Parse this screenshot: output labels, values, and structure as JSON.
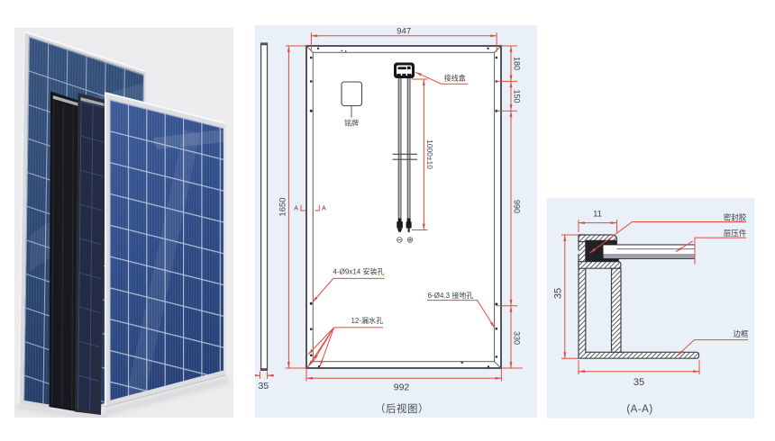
{
  "colors": {
    "page_background": "#ffffff",
    "drawing_background": "#e9f0f8",
    "photo_background": "#ececee",
    "dimension_red": "#e14a42",
    "line_dark": "#43474d",
    "text_dark": "#3d4249",
    "panel_cell_blue": "#2c4878",
    "front_panel_blue": "#2c4a8a",
    "mono_panel_black": "#15161a"
  },
  "rear_view": {
    "caption": "（后视图）",
    "dims": {
      "hole_span_width": "947",
      "overall_height": "1650",
      "right_chain": [
        "180",
        "150",
        "990",
        "330"
      ],
      "bottom_width": "992",
      "frame_depth": "35",
      "cable_length": "1000±10"
    },
    "labels": {
      "junction_box": "接线盒",
      "nameplate": "铭牌",
      "mounting_holes": "4-Ø9x14 安装孔",
      "drain_holes": "12-漏水孔",
      "grounding_holes": "6-Ø4.3 接地孔"
    },
    "section_marker": "A",
    "polarity": {
      "negative": "⊖",
      "positive": "⊕"
    }
  },
  "section_view": {
    "caption": "(A-A)",
    "dims": {
      "top_width": "11",
      "height": "35",
      "bottom_width": "35"
    },
    "labels": {
      "sealant": "密封胶",
      "laminate": "层压件",
      "frame": "边框"
    }
  }
}
